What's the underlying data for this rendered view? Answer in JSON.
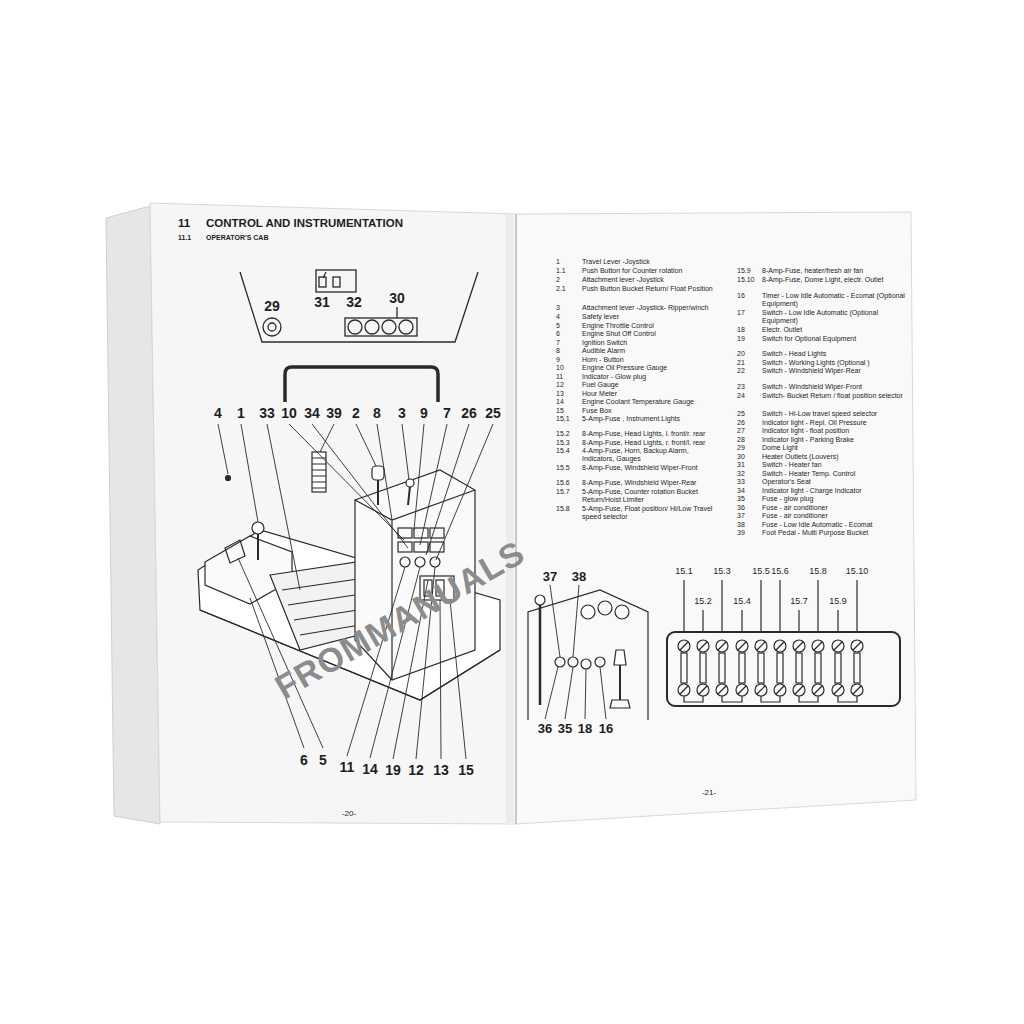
{
  "diagram": {
    "title": "CONTROL AND INSTRUMENTATION",
    "labels": [
      "11",
      "11.1",
      "OPERATOR'S CAB",
      "29",
      "31",
      "32",
      "30",
      "4",
      "1",
      "33",
      "10",
      "34",
      "39",
      "2",
      "8",
      "3",
      "9",
      "7",
      "26",
      "25",
      "6",
      "5",
      "11",
      "14",
      "19",
      "12",
      "13",
      "15",
      "1",
      "Travel Lever -Joystick",
      "1.1",
      "Push Button for Counter rotation",
      "2",
      "Attachment lever -Joystick",
      "2.1",
      "Push Button Bucket Return/ Float Position",
      "3",
      "Attachment lever -Joystick- Ripper/winch",
      "4",
      "Safety lever",
      "5",
      "Engine Throttle Control",
      "6",
      "Engine Shut Off Control",
      "7",
      "Ignition Switch",
      "8",
      "Audible Alarm",
      "9",
      "Horn - Button",
      "10",
      "Engine Oil Pressure Gauge",
      "11",
      "Indicator - Glow plug",
      "12",
      "Fuel Gauge",
      "13",
      "Hour Meter",
      "14",
      "Engine Coolant Temperature Gauge",
      "15",
      "Fuse Box",
      "15.1",
      "5-Amp-Fuse , Instrument Lights",
      "15.2",
      "8-Amp-Fuse, Head Lights, l. front/r. rear",
      "15.3",
      "8-Amp-Fuse, Head Lights, r. front/l. rear",
      "15.4",
      "4-Amp-Fuse, Horn, Backup Alarm, Indicators, Gauges",
      "15.5",
      "8-Amp-Fuse, Windshield Wiper-Front",
      "15.6",
      "8-Amp-Fuse, Windshield Wiper-Rear",
      "15.7",
      "5-Amp-Fuse, Counter rotation Bucket Return/Hoist Limiter",
      "15.8",
      "5-Amp-Fuse, Float position/ Hi/Low Travel speed selector",
      "15.9",
      "8-Amp-Fuse, heater/fresh air fan",
      "15.10",
      "8-Amp-Fuse, Dome Light, electr. Outlet",
      "16",
      "Timer - Low Idle Automatic - Ecomat (Optional Equipment)",
      "17",
      "Switch - Low Idle Automatic (Optional Equipment)",
      "18",
      "Electr. Outlet",
      "19",
      "Switch for Optional Equipment",
      "20",
      "Switch - Head Lights",
      "21",
      "Switch - Working Lights (Optional )",
      "22",
      "Switch - Windshield Wiper-Rear",
      "23",
      "Switch - Windshield Wiper-Front",
      "24",
      "Switch- Bucket Return / float position selector",
      "25",
      "Switch - Hi-Low travel speed selector",
      "26",
      "Indicator light - Repl. Oil Pressure",
      "27",
      "Indicator light - float position",
      "28",
      "Indicator light - Parking Brake",
      "29",
      "Dome Light",
      "30",
      "Heater Outlets (Louvers)",
      "31",
      "Switch - Heater fan",
      "32",
      "Switch - Heater Temp. Control",
      "33",
      "Operator's Seat",
      "34",
      "Indicator light - Charge Indicator",
      "35",
      "Fuse - glow plug",
      "36",
      "Fuse - air conditioner",
      "37",
      "Fuse - air conditioner",
      "38",
      "Fuse - Low Idle Automatic - Ecomat",
      "39",
      "Foot Pedal - Multi Purpose Bucket",
      "37",
      "38",
      "36",
      "35",
      "18",
      "16",
      "15.1",
      "15.3",
      "15.5",
      "15.6",
      "15.8",
      "15.10",
      "15.2",
      "15.4",
      "15.7",
      "15.9",
      "-20-",
      "-21-",
      "FROMMANUALS"
    ]
  }
}
